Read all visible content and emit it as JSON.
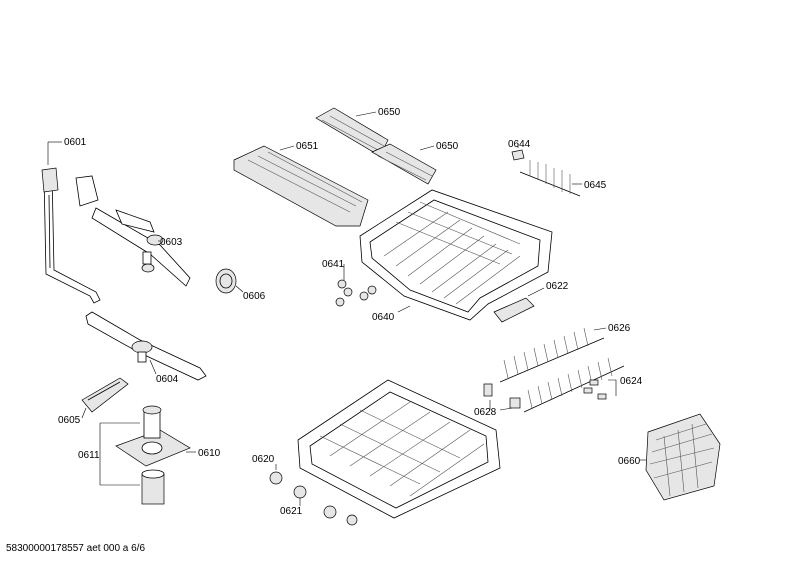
{
  "labels": {
    "p0601": "0601",
    "p0603": "0603",
    "p0604": "0604",
    "p0605": "0605",
    "p0606": "0606",
    "p0610": "0610",
    "p0611": "0611",
    "p0620": "0620",
    "p0621": "0621",
    "p0622": "0622",
    "p0624": "0624",
    "p0626": "0626",
    "p0628": "0628",
    "p0640": "0640",
    "p0641": "0641",
    "p0644": "0644",
    "p0645": "0645",
    "p0650a": "0650",
    "p0650b": "0650",
    "p0651": "0651",
    "p0660": "0660"
  },
  "footer": "58300000178557 aet 000 a 6/6"
}
